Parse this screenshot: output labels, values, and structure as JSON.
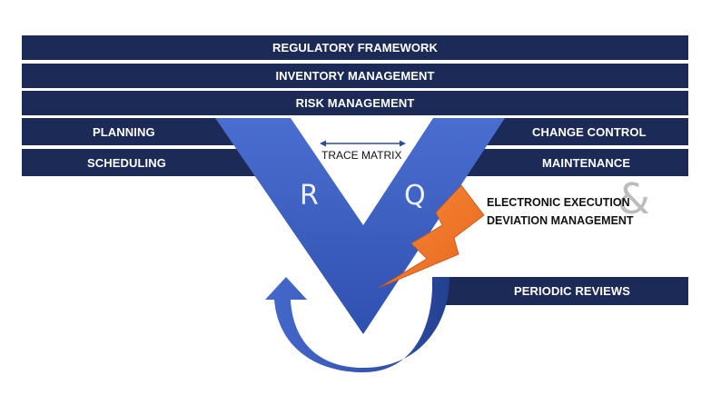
{
  "diagram": {
    "layers": [
      {
        "label": "REGULATORY FRAMEWORK"
      },
      {
        "label": "INVENTORY MANAGEMENT"
      },
      {
        "label": "RISK MANAGEMENT"
      }
    ],
    "left_bars": [
      {
        "label": "PLANNING"
      },
      {
        "label": "SCHEDULING"
      }
    ],
    "right_bars": [
      {
        "label": "CHANGE CONTROL"
      },
      {
        "label": "MAINTENANCE"
      }
    ],
    "v_shape": {
      "left_letter": "R",
      "right_letter": "Q",
      "trace_label": "TRACE MATRIX"
    },
    "execution": {
      "line1": "ELECTRONIC EXECUTION",
      "line2": "DEVIATION MANAGEMENT",
      "ampersand": "&"
    },
    "periodic": {
      "label": "PERIODIC REVIEWS"
    },
    "colors": {
      "bar_navy": "#1b2a56",
      "v_blue": "#3f63c4",
      "bolt_orange": "#f07a2a",
      "ampersand_gray": "#bcbcbc"
    }
  }
}
